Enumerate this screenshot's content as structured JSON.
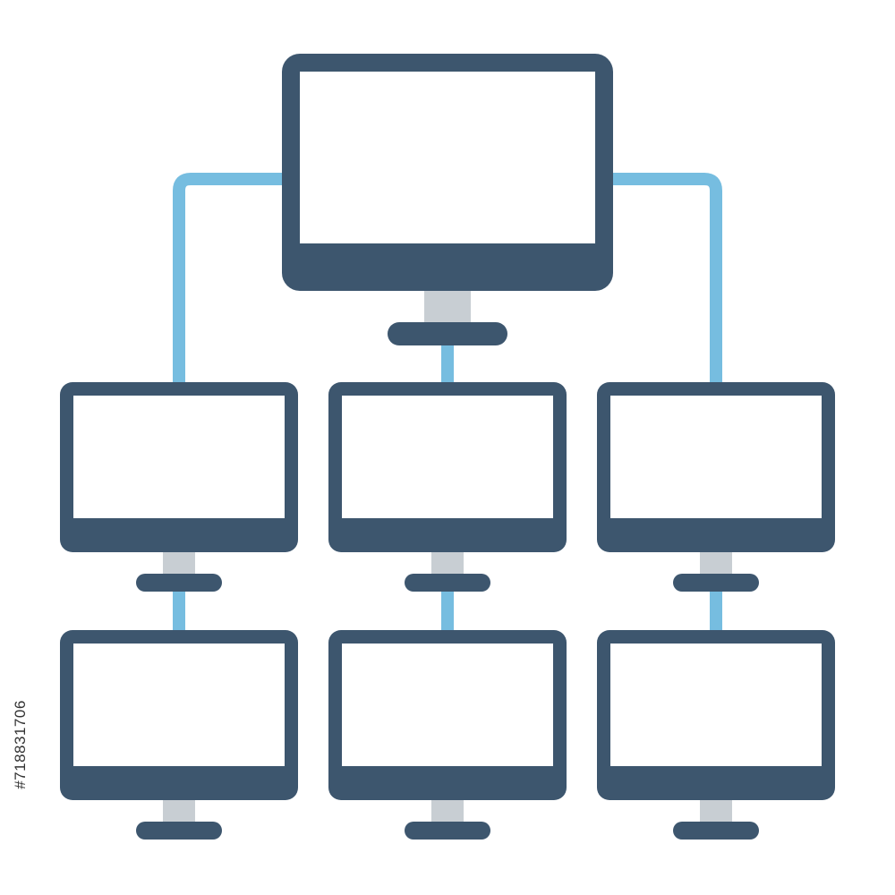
{
  "colors": {
    "monitor": "#3d566e",
    "screen": "#ffffff",
    "stand": "#c8ced3",
    "connector": "#76bde0",
    "background": "#ffffff"
  },
  "icons": [
    "server-monitor-icon",
    "client-monitor-icon",
    "network-connector-line"
  ],
  "diagram": {
    "nodes": [
      {
        "id": "top",
        "icon": "server-monitor-icon"
      },
      {
        "id": "mid-left",
        "icon": "client-monitor-icon"
      },
      {
        "id": "mid-center",
        "icon": "client-monitor-icon"
      },
      {
        "id": "mid-right",
        "icon": "client-monitor-icon"
      },
      {
        "id": "bottom-left",
        "icon": "client-monitor-icon"
      },
      {
        "id": "bottom-center",
        "icon": "client-monitor-icon"
      },
      {
        "id": "bottom-right",
        "icon": "client-monitor-icon"
      }
    ],
    "edges": [
      {
        "from": "top",
        "to": "mid-left"
      },
      {
        "from": "top",
        "to": "mid-center"
      },
      {
        "from": "top",
        "to": "mid-right"
      },
      {
        "from": "mid-left",
        "to": "bottom-left"
      },
      {
        "from": "mid-center",
        "to": "bottom-center"
      },
      {
        "from": "mid-right",
        "to": "bottom-right"
      }
    ]
  },
  "watermark": {
    "stock_id": "#718831706"
  }
}
